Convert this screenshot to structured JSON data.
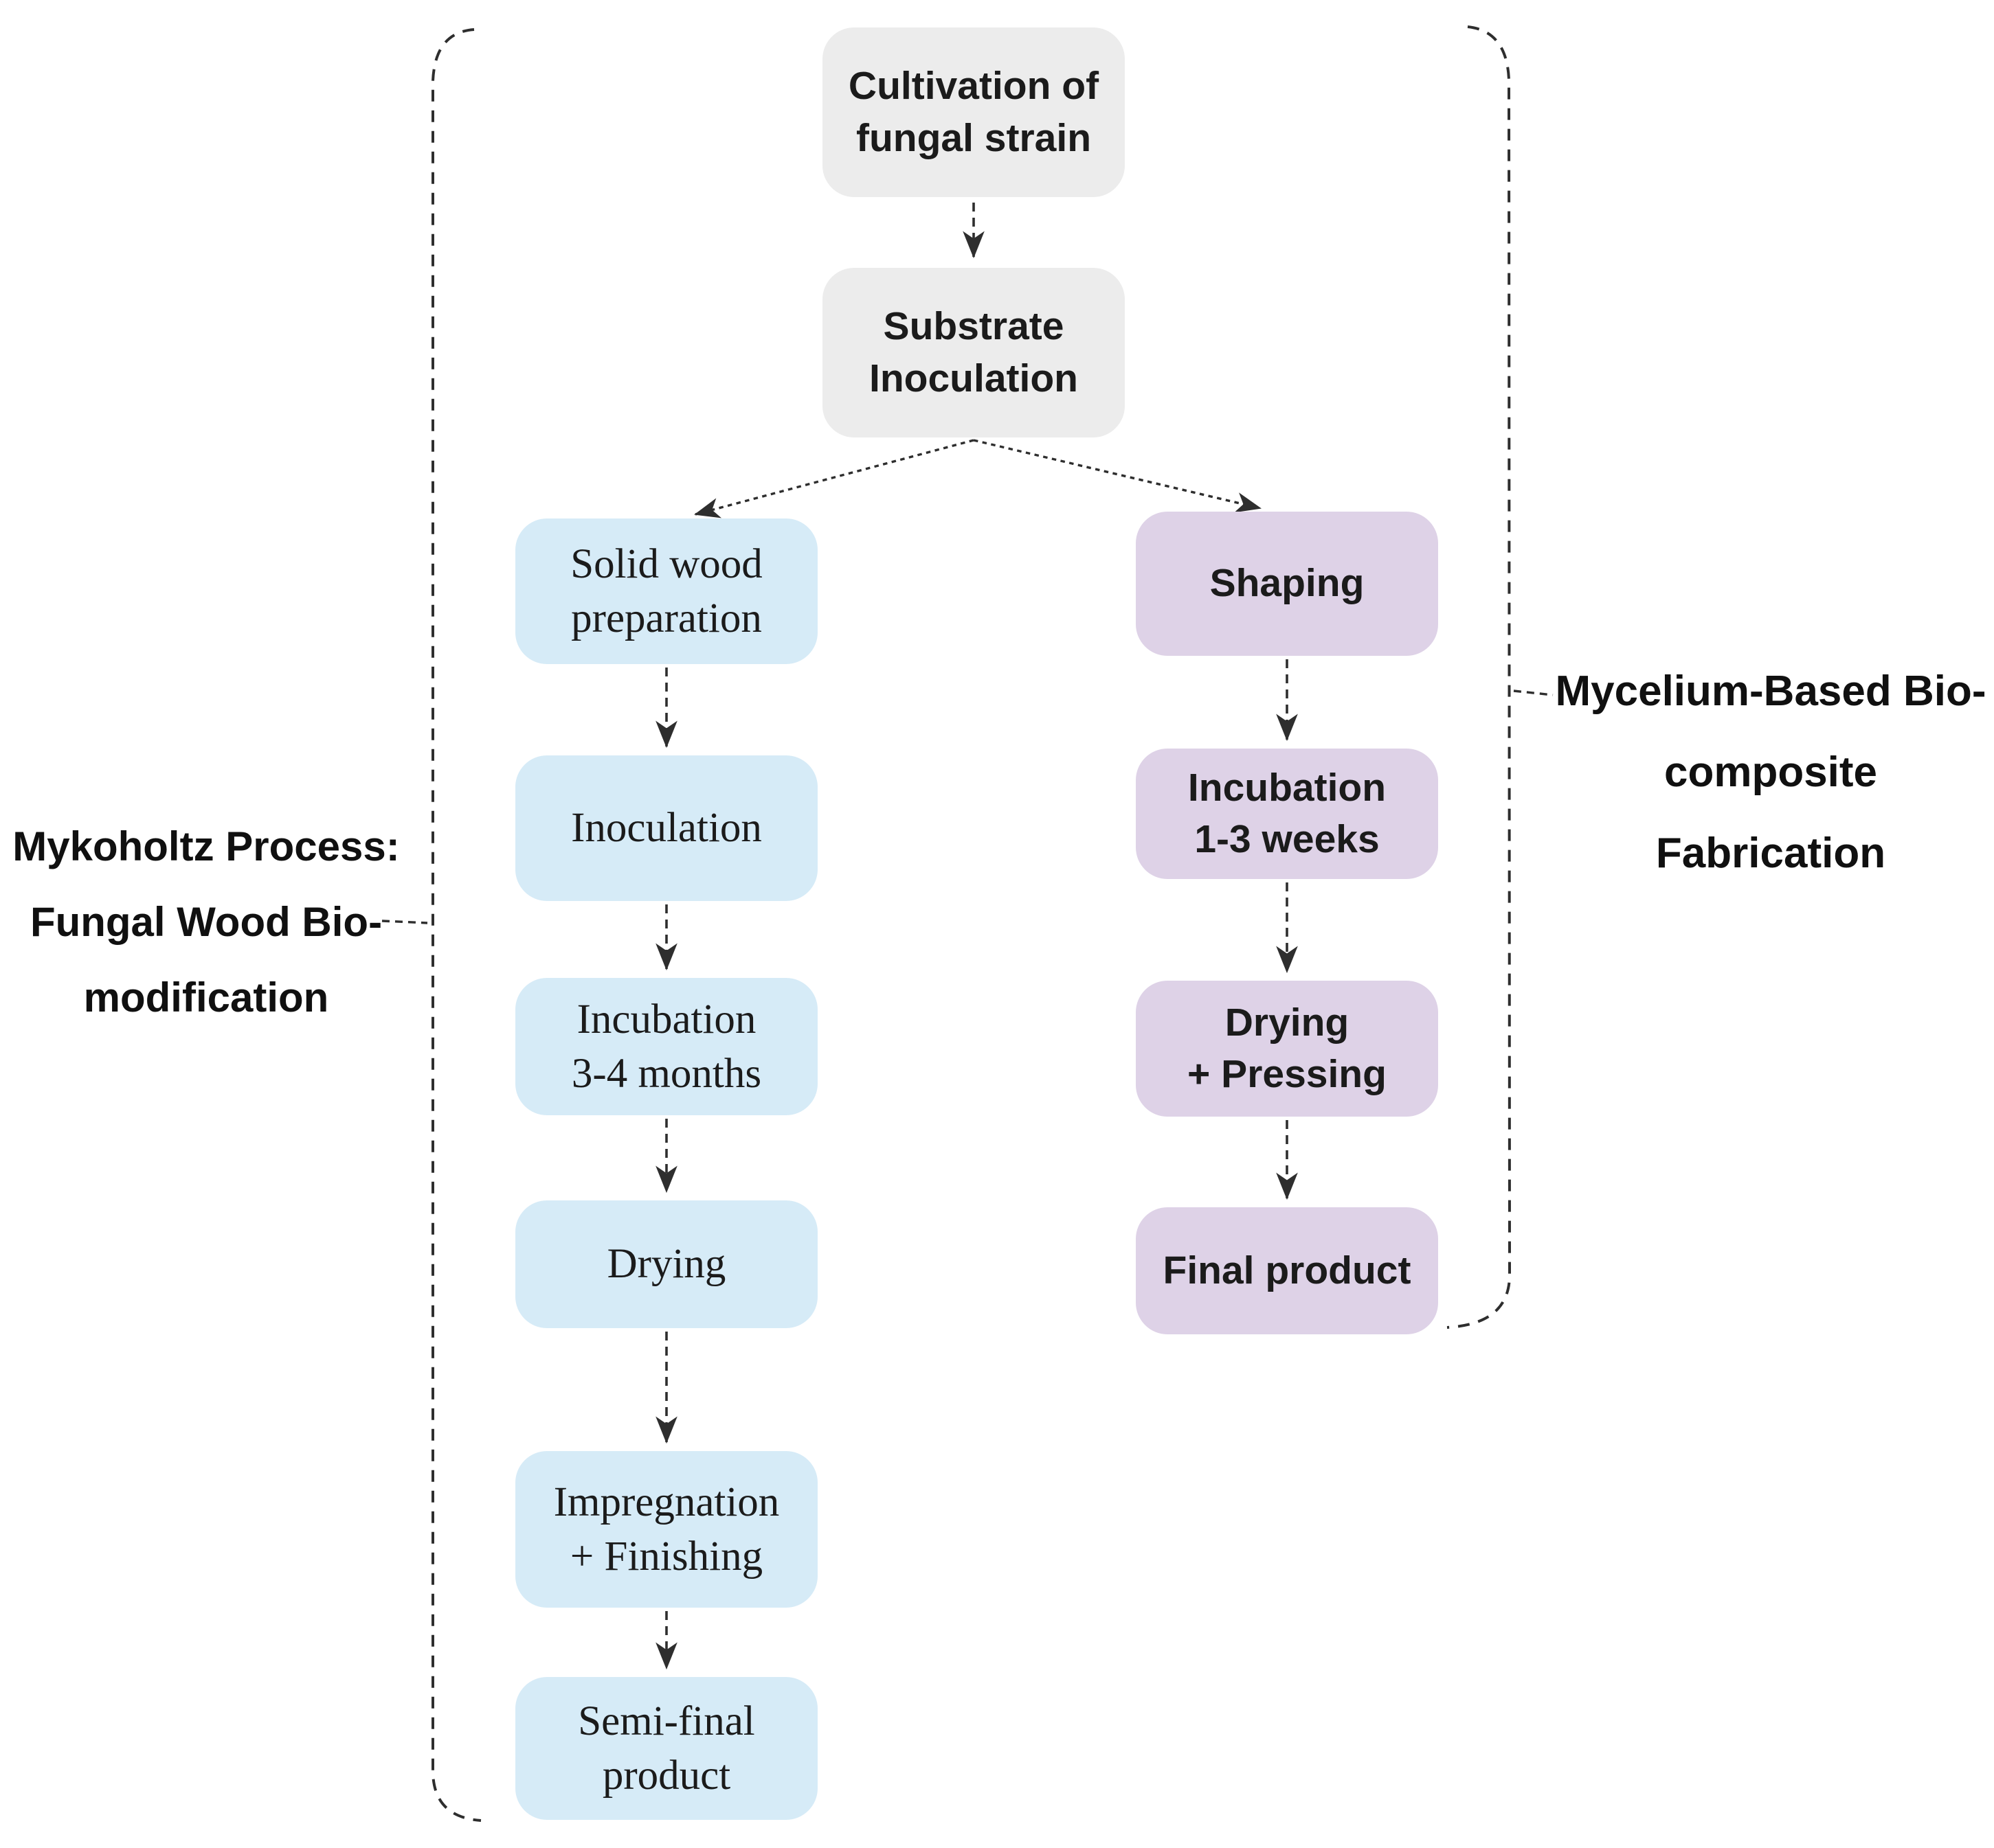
{
  "colors": {
    "background": "#ffffff",
    "gray_box": "#ececec",
    "blue_box": "#d6ebf7",
    "purple_box": "#ded2e7",
    "text": "#1b1b1b",
    "line": "#2e2e2e"
  },
  "flow": {
    "common": [
      {
        "title": "Cultivation of fungal strain",
        "lines": [
          "Cultivation of",
          "fungal strain"
        ]
      },
      {
        "title": "Substrate Inoculation",
        "lines": [
          "Substrate",
          "Inoculation"
        ]
      }
    ],
    "left_branch": {
      "title": "Mykoholtz Process: Fungal Wood Bio-modification",
      "label_lines": [
        "Mykoholtz Process:",
        "Fungal Wood Bio-",
        "modification"
      ],
      "steps": [
        {
          "title": "Solid wood preparation",
          "lines": [
            "Solid wood",
            "preparation"
          ]
        },
        {
          "title": "Inoculation",
          "lines": [
            "Inoculation"
          ]
        },
        {
          "title": "Incubation 3-4 months",
          "lines": [
            "Incubation",
            "3-4 months"
          ]
        },
        {
          "title": "Drying",
          "lines": [
            "Drying"
          ]
        },
        {
          "title": "Impregnation + Finishing",
          "lines": [
            "Impregnation",
            "+ Finishing"
          ]
        },
        {
          "title": "Semi-final product",
          "lines": [
            "Semi-final",
            "product"
          ]
        }
      ]
    },
    "right_branch": {
      "title": "Mycelium-Based Bio-composite Fabrication",
      "label_lines": [
        "Mycelium-Based Bio-",
        "composite Fabrication"
      ],
      "steps": [
        {
          "title": "Shaping",
          "lines": [
            "Shaping"
          ]
        },
        {
          "title": "Incubation 1-3 weeks",
          "lines": [
            "Incubation",
            "1-3 weeks"
          ]
        },
        {
          "title": "Drying + Pressing",
          "lines": [
            "Drying",
            "+ Pressing"
          ]
        },
        {
          "title": "Final product",
          "lines": [
            "Final product"
          ]
        }
      ]
    }
  }
}
